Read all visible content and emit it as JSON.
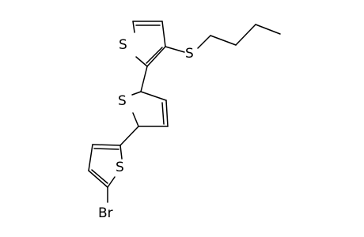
{
  "molecule": {
    "atom_labels": {
      "s_ring_top": "S",
      "s_thioether": "S",
      "s_ring_middle": "S",
      "s_ring_bottom": "S",
      "bromine": "Br"
    },
    "colors": {
      "bond": "#000000",
      "label": "#000000",
      "background": "#ffffff"
    }
  }
}
